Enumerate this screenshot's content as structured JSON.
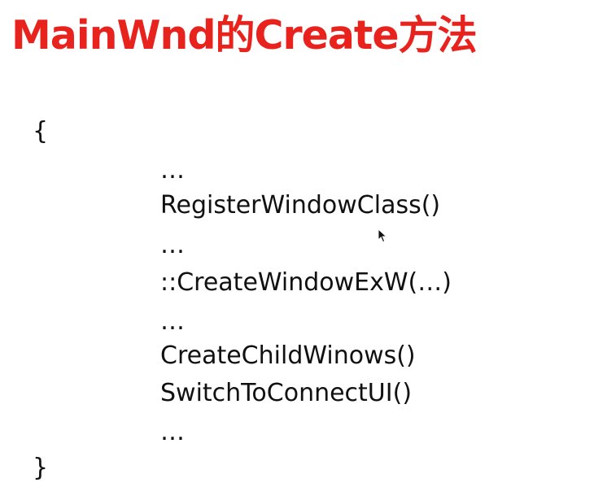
{
  "colors": {
    "title": "#e8231e",
    "text": "#111111",
    "background": "#ffffff"
  },
  "slide": {
    "title": "MainWnd的Create方法",
    "code": {
      "open_brace": "{",
      "lines": [
        "…",
        "RegisterWindowClass()",
        "…",
        "::CreateWindowExW(…)",
        "…",
        "CreateChildWinows()",
        "SwitchToConnectUI()",
        "…"
      ],
      "close_brace": "}"
    }
  },
  "icons": {
    "pointer": "mouse-pointer-icon"
  }
}
